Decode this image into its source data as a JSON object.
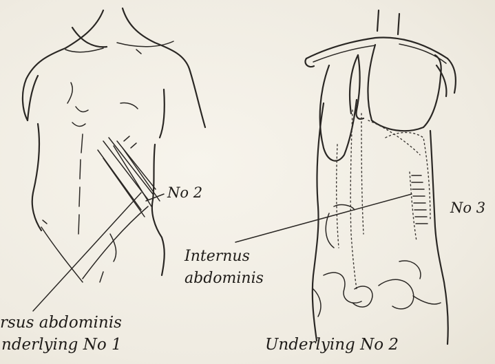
{
  "labels": {
    "no2_left": "No 2",
    "no3_right": "No 3",
    "internus_line1": "Internus",
    "internus_line2": "abdominis",
    "caption_left_line1": "rsus abdominis",
    "caption_left_line2": "nderlying No 1",
    "caption_right": "Underlying No 2"
  },
  "colors": {
    "ink": "#2a2724",
    "paper": "#f3f0e8"
  }
}
